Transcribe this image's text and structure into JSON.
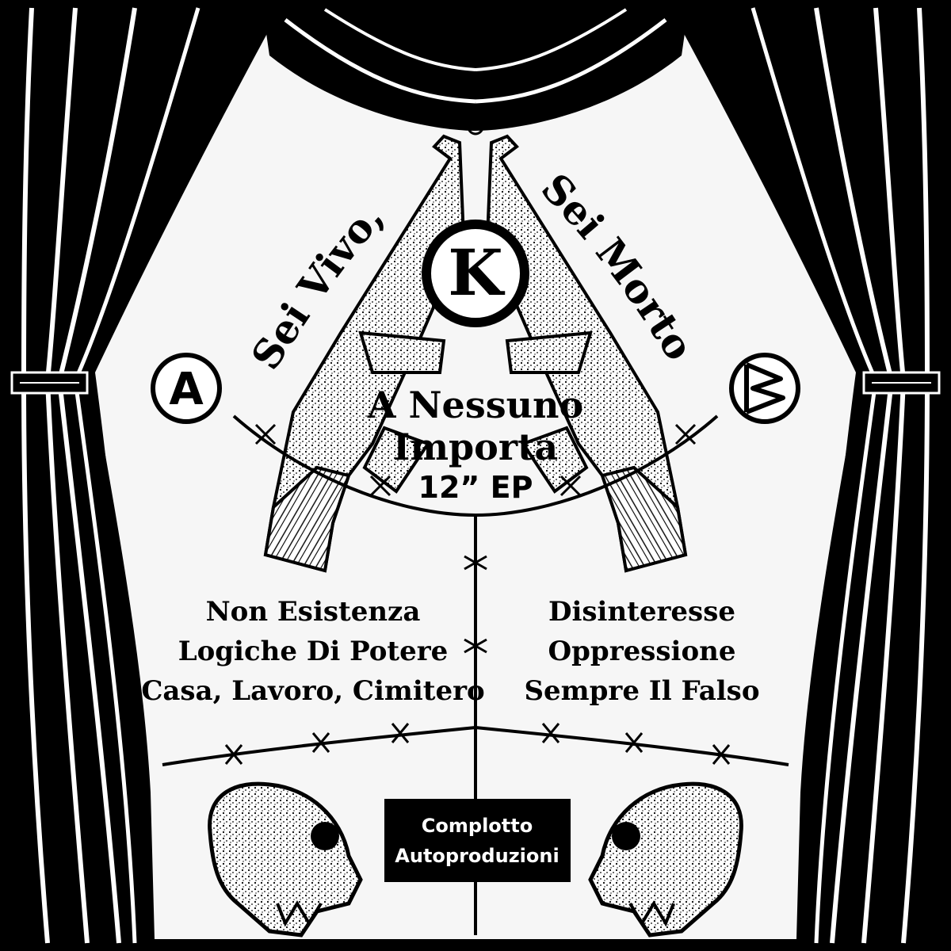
{
  "cover": {
    "left_arc": "Sei Vivo,",
    "right_arc": "Sei Morto",
    "emblem_letter": "K",
    "left_symbol": "A",
    "title_line1": "A Nessuno",
    "title_line2": "Importa",
    "format": "12” EP",
    "tracks_left": [
      "Non Esistenza",
      "Logiche Di Potere",
      "Casa, Lavoro, Cimitero"
    ],
    "tracks_right": [
      "Disinteresse",
      "Oppressione",
      "Sempre Il Falso"
    ],
    "label_line1": "Complotto",
    "label_line2": "Autoproduzioni"
  },
  "colors": {
    "ink": "#000000",
    "paper": "#ffffff",
    "stage": "#f4f4f4"
  },
  "icons": [
    "curtain-left",
    "curtain-right",
    "curtain-top",
    "kalashnikov-left",
    "kalashnikov-right",
    "k-circle-emblem",
    "anarchy-symbol",
    "b-circle-symbol",
    "barbed-wire",
    "skull-left",
    "skull-right"
  ]
}
